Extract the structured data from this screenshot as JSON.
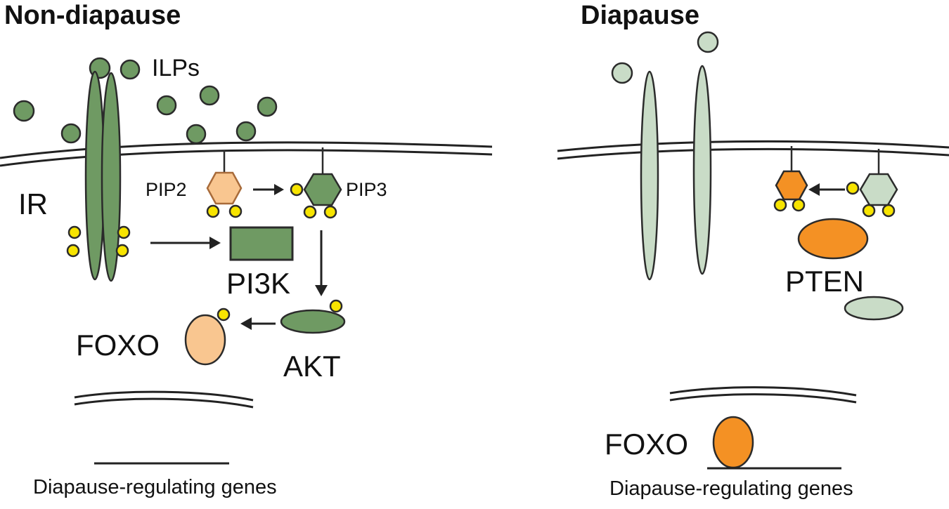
{
  "panels": {
    "left": {
      "title": "Non-diapause",
      "labels": {
        "ilps": "ILPs",
        "ir": "IR",
        "pip2": "PIP2",
        "pip3": "PIP3",
        "pi3k": "PI3K",
        "foxo": "FOXO",
        "akt": "AKT",
        "genes": "Diapause-regulating genes"
      }
    },
    "right": {
      "title": "Diapause",
      "labels": {
        "pten": "PTEN",
        "foxo": "FOXO",
        "genes": "Diapause-regulating genes"
      }
    }
  },
  "colors": {
    "active_green": "#6f9a63",
    "inactive_green": "#c9dcc7",
    "phosphate_yellow": "#f7e400",
    "light_orange": "#f9c690",
    "orange": "#f49124",
    "outline": "#2b2b2b"
  }
}
